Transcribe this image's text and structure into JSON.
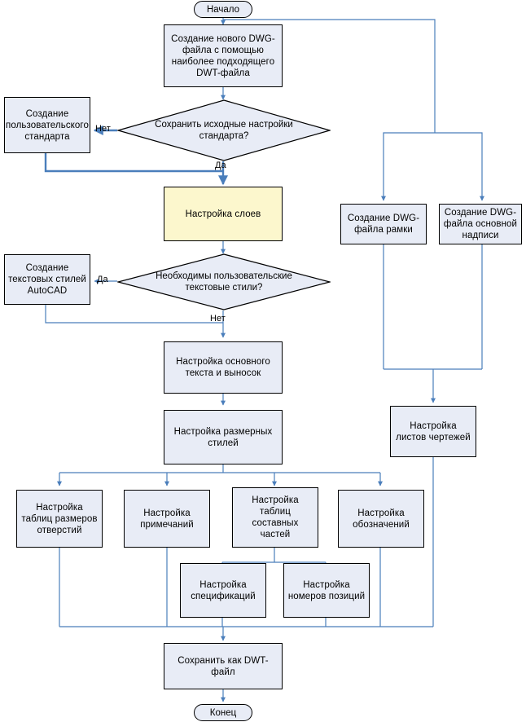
{
  "chart_data": {
    "type": "diagram",
    "title": "Процесс создания DWT-файла шаблона AutoCAD",
    "colors": {
      "process_fill": "#e8ecf6",
      "highlight_fill": "#fcf7cd",
      "node_border": "#000000",
      "connector": "#4a7ebb",
      "connector_thick": "#4a7ebb"
    },
    "nodes": [
      {
        "id": "start",
        "type": "terminal",
        "label": "Начало"
      },
      {
        "id": "new_dwg",
        "type": "process",
        "label": "Создание нового DWG-файла с помощью наиболее подходящего DWT-файла"
      },
      {
        "id": "keep_std",
        "type": "decision",
        "label": "Сохранить исходные настройки стандарта?"
      },
      {
        "id": "user_std",
        "type": "process",
        "label": "Создание пользовательского стандарта"
      },
      {
        "id": "layers",
        "type": "process",
        "label": "Настройка слоев",
        "highlight": true
      },
      {
        "id": "need_styles",
        "type": "decision",
        "label": "Необходимы пользовательские текстовые стили?"
      },
      {
        "id": "text_styles",
        "type": "process",
        "label": "Создание текстовых стилей AutoCAD"
      },
      {
        "id": "main_text",
        "type": "process",
        "label": "Настройка основного текста и выносок"
      },
      {
        "id": "dim_styles",
        "type": "process",
        "label": "Настройка размерных стилей"
      },
      {
        "id": "hole_tables",
        "type": "process",
        "label": "Настройка таблиц размеров отверстий"
      },
      {
        "id": "notes",
        "type": "process",
        "label": "Настройка примечаний"
      },
      {
        "id": "parts_tables",
        "type": "process",
        "label": "Настройка таблиц составных частей"
      },
      {
        "id": "symbols",
        "type": "process",
        "label": "Настройка обозначений"
      },
      {
        "id": "specs",
        "type": "process",
        "label": "Настройка спецификаций"
      },
      {
        "id": "balloons",
        "type": "process",
        "label": "Настройка номеров позиций"
      },
      {
        "id": "frame_dwg",
        "type": "process",
        "label": "Создание DWG-файла рамки"
      },
      {
        "id": "title_dwg",
        "type": "process",
        "label": "Создание DWG-файла основной надписи"
      },
      {
        "id": "sheets",
        "type": "process",
        "label": "Настройка листов чертежей"
      },
      {
        "id": "save_dwt",
        "type": "process",
        "label": "Сохранить как DWT-файл"
      },
      {
        "id": "end",
        "type": "terminal",
        "label": "Конец"
      }
    ],
    "edge_labels": [
      {
        "id": "no_std",
        "label": "Нет"
      },
      {
        "id": "yes_std",
        "label": "Да"
      },
      {
        "id": "yes_style",
        "label": "Да"
      },
      {
        "id": "no_style",
        "label": "Нет"
      }
    ]
  }
}
